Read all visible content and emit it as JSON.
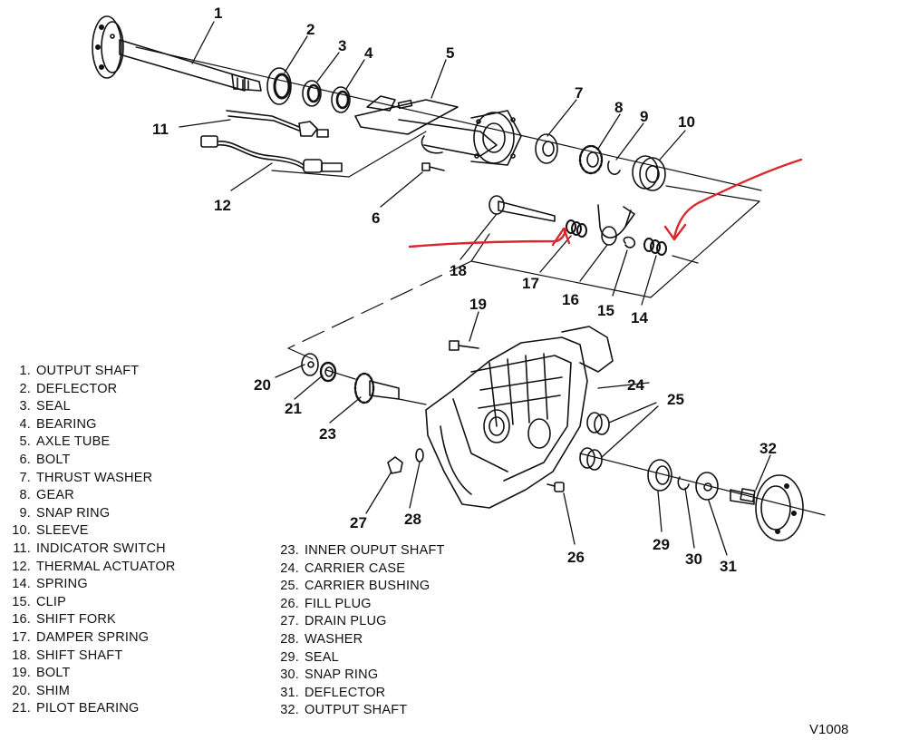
{
  "figure_code": "V1008",
  "callouts": {
    "c1": "1",
    "c2": "2",
    "c3": "3",
    "c4": "4",
    "c5": "5",
    "c6": "6",
    "c7": "7",
    "c8": "8",
    "c9": "9",
    "c10": "10",
    "c11": "11",
    "c12": "12",
    "c14": "14",
    "c15": "15",
    "c16": "16",
    "c17": "17",
    "c18": "18",
    "c19": "19",
    "c20": "20",
    "c21": "21",
    "c23": "23",
    "c24": "24",
    "c25": "25",
    "c26": "26",
    "c27": "27",
    "c28": "28",
    "c29": "29",
    "c30": "30",
    "c31": "31",
    "c32": "32"
  },
  "legend_left": [
    {
      "num": "1.",
      "label": "OUTPUT SHAFT"
    },
    {
      "num": "2.",
      "label": "DEFLECTOR"
    },
    {
      "num": "3.",
      "label": "SEAL"
    },
    {
      "num": "4.",
      "label": "BEARING"
    },
    {
      "num": "5.",
      "label": "AXLE TUBE"
    },
    {
      "num": "6.",
      "label": "BOLT"
    },
    {
      "num": "7.",
      "label": "THRUST WASHER"
    },
    {
      "num": "8.",
      "label": "GEAR"
    },
    {
      "num": "9.",
      "label": "SNAP RING"
    },
    {
      "num": "10.",
      "label": "SLEEVE"
    },
    {
      "num": "11.",
      "label": "INDICATOR SWITCH"
    },
    {
      "num": "12.",
      "label": "THERMAL ACTUATOR"
    },
    {
      "num": "14.",
      "label": "SPRING"
    },
    {
      "num": "15.",
      "label": "CLIP"
    },
    {
      "num": "16.",
      "label": "SHIFT FORK"
    },
    {
      "num": "17.",
      "label": "DAMPER SPRING"
    },
    {
      "num": "18.",
      "label": "SHIFT SHAFT"
    },
    {
      "num": "19.",
      "label": "BOLT"
    },
    {
      "num": "20.",
      "label": "SHIM"
    },
    {
      "num": "21.",
      "label": "PILOT BEARING"
    }
  ],
  "legend_right": [
    {
      "num": "23.",
      "label": "INNER OUPUT SHAFT"
    },
    {
      "num": "24.",
      "label": "CARRIER CASE"
    },
    {
      "num": "25.",
      "label": "CARRIER BUSHING"
    },
    {
      "num": "26.",
      "label": "FILL PLUG"
    },
    {
      "num": "27.",
      "label": "DRAIN PLUG"
    },
    {
      "num": "28.",
      "label": "WASHER"
    },
    {
      "num": "29.",
      "label": "SEAL"
    },
    {
      "num": "30.",
      "label": "SNAP RING"
    },
    {
      "num": "31.",
      "label": "DEFLECTOR"
    },
    {
      "num": "32.",
      "label": "OUTPUT SHAFT"
    }
  ],
  "colors": {
    "ink": "#111111",
    "annotation": "#d9282f"
  }
}
